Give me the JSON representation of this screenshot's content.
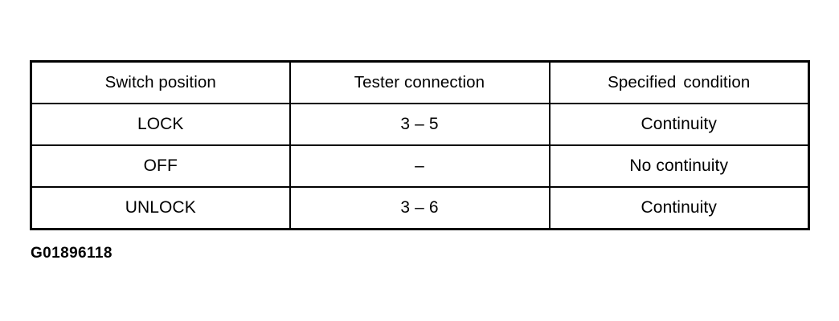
{
  "document": {
    "type": "service-manual-specification-table",
    "caption": "G01896118"
  },
  "table": {
    "columns": [
      "Switch position",
      "Tester connection",
      "Specified condition"
    ],
    "rows": [
      {
        "switch_position": "LOCK",
        "tester_connection": "3 – 5",
        "specified_condition": "Continuity"
      },
      {
        "switch_position": "OFF",
        "tester_connection": "–",
        "specified_condition": "No continuity"
      },
      {
        "switch_position": "UNLOCK",
        "tester_connection": "3 – 6",
        "specified_condition": "Continuity"
      }
    ]
  },
  "colors": {
    "background": "#ffffff",
    "ink": "#000000",
    "border": "#000000"
  }
}
